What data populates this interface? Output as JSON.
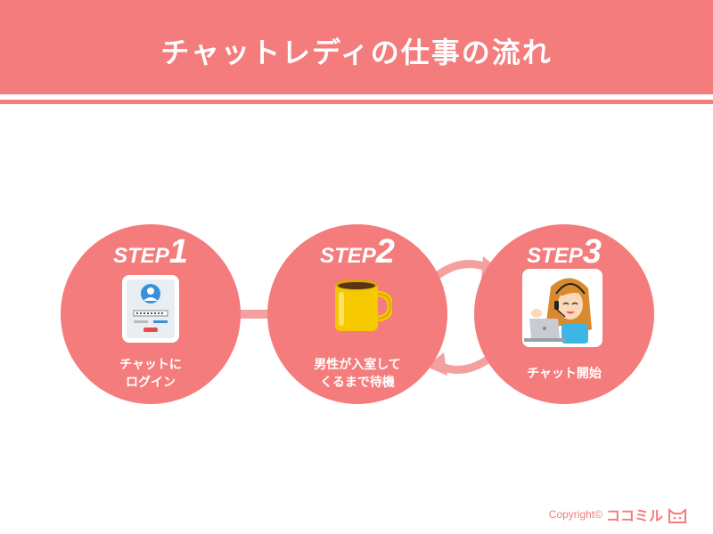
{
  "title": "チャットレディの仕事の流れ",
  "steps": [
    {
      "step_word": "STEP",
      "step_num": "1",
      "label": "チャットに\nログイン",
      "icon": "login-screen-icon"
    },
    {
      "step_word": "STEP",
      "step_num": "2",
      "label": "男性が入室して\nくるまで待機",
      "icon": "coffee-mug-icon"
    },
    {
      "step_word": "STEP",
      "step_num": "3",
      "label": "チャット開始",
      "icon": "woman-with-headset-laptop-icon"
    }
  ],
  "footer": {
    "copyright": "Copyright©",
    "logo": "ココミル"
  },
  "colors": {
    "primary": "#f47c7c",
    "light": "#f4a0a0",
    "mug": "#f5c800"
  }
}
